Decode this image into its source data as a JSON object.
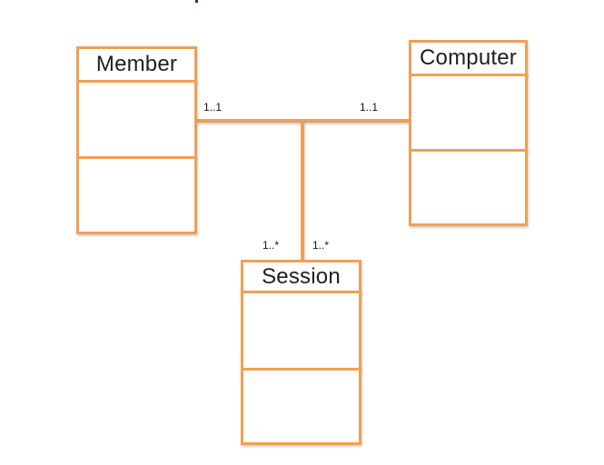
{
  "diagram": {
    "type": "uml-class-diagram",
    "classes": [
      {
        "id": "member",
        "name": "Member"
      },
      {
        "id": "computer",
        "name": "Computer"
      },
      {
        "id": "session",
        "name": "Session"
      }
    ],
    "association": {
      "description": "Member and Computer joined by a line; Session hangs from its midpoint",
      "multiplicities": {
        "member_end": "1..1",
        "computer_end": "1..1",
        "session_left": "1..*",
        "session_right": "1..*"
      }
    },
    "colors": {
      "box_border": "#F0A055",
      "text": "#1f1f1f",
      "background": "#ffffff"
    }
  }
}
